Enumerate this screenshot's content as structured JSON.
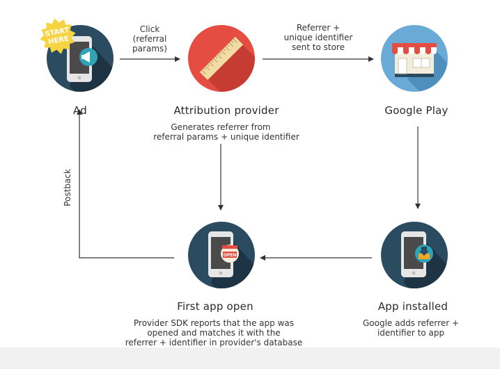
{
  "nodes": {
    "ad": {
      "title": "Ad",
      "badge": "START\nHERE"
    },
    "attribution": {
      "title": "Attribution provider",
      "desc": "Generates referrer from\nreferral params + unique identifier"
    },
    "google_play": {
      "title": "Google Play"
    },
    "first_open": {
      "title": "First app open",
      "desc": "Provider SDK reports that the app was\nopened and matches it with the\nreferrer + identifier in provider's database",
      "sign": "OPEN"
    },
    "installed": {
      "title": "App installed",
      "desc": "Google adds referrer +\nidentifier to app"
    }
  },
  "edges": {
    "ad_to_attr": "Click\n(referral\nparams)",
    "attr_to_store": "Referrer +\nunique identifier\nsent to store",
    "postback": "Postback"
  },
  "colors": {
    "navy": "#2b4b60",
    "navy_dark": "#1e3445",
    "red": "#e54d42",
    "light_blue": "#6aaad6",
    "arrow": "#333333",
    "badge": "#f6d340",
    "teal": "#2fa4b7",
    "phone": "#e6e6e6"
  }
}
